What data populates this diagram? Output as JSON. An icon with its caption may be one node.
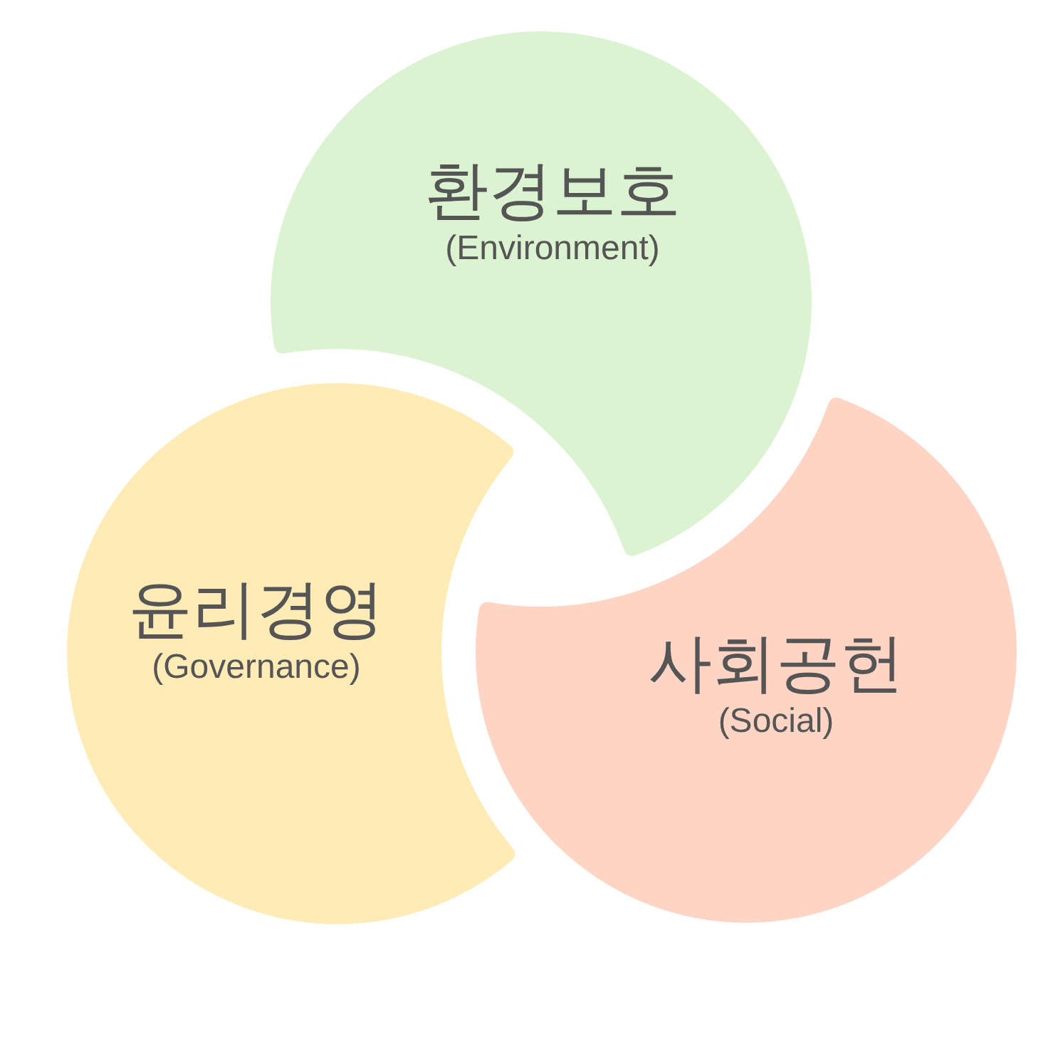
{
  "diagram": {
    "nodes": [
      {
        "text": [
          "환경보호",
          "(Environment)"
        ]
      },
      {
        "text": [
          "윤리경영",
          "(Governance)"
        ]
      },
      {
        "text": [
          "사회공헌",
          "(Social)"
        ]
      }
    ]
  }
}
